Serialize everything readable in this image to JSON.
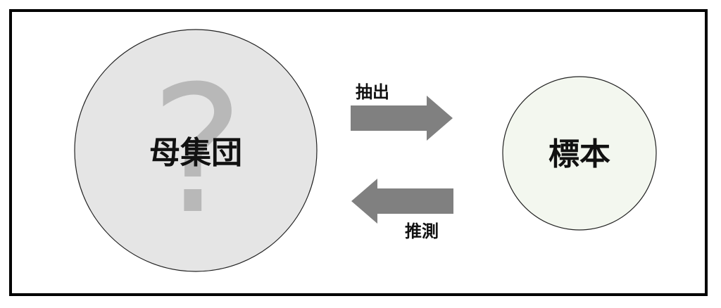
{
  "population": {
    "label": "母集団",
    "mark": "?",
    "fill": "#e5e5e5"
  },
  "sample": {
    "label": "標本",
    "fill": "#f3f7ef"
  },
  "extraction": {
    "label": "抽出"
  },
  "inference": {
    "label": "推測"
  },
  "colors": {
    "arrow": "#808080",
    "frame": "#000000",
    "circle_stroke": "#222222"
  }
}
